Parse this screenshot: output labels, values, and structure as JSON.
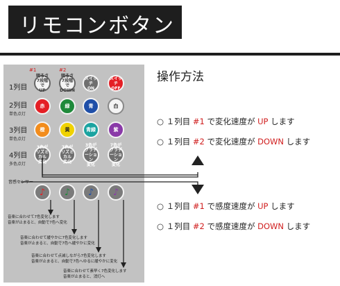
{
  "header": {
    "title": "リモコンボタン"
  },
  "panel": {
    "column_marks": [
      "#1",
      "#2"
    ],
    "rows": [
      {
        "label": "1列目",
        "sub": ""
      },
      {
        "label": "2列目",
        "sub": "単色点灯"
      },
      {
        "label": "3列目",
        "sub": "単色点灯"
      },
      {
        "label": "4列目",
        "sub": "多色点灯"
      }
    ],
    "row1_buttons": [
      {
        "lines": [
          "明るさ",
          "7段階で",
          "UP"
        ]
      },
      {
        "lines": [
          "明るさ",
          "7段階で",
          "DOWN"
        ]
      },
      {
        "lines": [
          "スイッチ",
          "ON"
        ]
      },
      {
        "lines": [
          "スイッチ",
          "OFF"
        ]
      }
    ],
    "row2_buttons": [
      {
        "label": "赤",
        "color": "#e41f25"
      },
      {
        "label": "緑",
        "color": "#1f8a3b"
      },
      {
        "label": "青",
        "color": "#1f4fa8"
      },
      {
        "label": "白",
        "color": "#f4f4f4"
      }
    ],
    "row3_buttons": [
      {
        "label": "橙",
        "color": "#f28c1c"
      },
      {
        "label": "黄",
        "color": "#f0d200"
      },
      {
        "label": "青緑",
        "color": "#1aa3a0"
      },
      {
        "label": "紫",
        "color": "#8a3aa8"
      }
    ],
    "row4_buttons": [
      {
        "lines": [
          "3色が",
          "リズミカル",
          "変化"
        ]
      },
      {
        "lines": [
          "7色が",
          "リズミカル",
          "変化"
        ]
      },
      {
        "lines": [
          "3色が",
          "グラデーション",
          "変化"
        ]
      },
      {
        "lines": [
          "7色が",
          "グラデーション",
          "変化"
        ]
      }
    ],
    "sensor": {
      "label": "音感センサー",
      "icon": "♪",
      "note_colors": [
        "#e41f25",
        "#1f8a3b",
        "#1f4fa8",
        "#8a3aa8"
      ]
    },
    "notes": [
      [
        "音楽に合わせて7色変化します",
        "音楽が止まると、自動で7色へ変化"
      ],
      [
        "音楽に合わせて緩やかに7色変化します",
        "音楽が止まると、自動で7色へ緩やかに変化"
      ],
      [
        "音楽に合わせて点滅しながら7色変化します",
        "音楽が止まると、自動で7色へゆるに緩やかに変化"
      ],
      [
        "音楽に合わせて素早く7色変化します",
        "音楽が止まると、消灯へ"
      ]
    ]
  },
  "instructions": {
    "title": "操作方法",
    "items": [
      {
        "bullet": "○",
        "prefix": "１列目",
        "num": "#1",
        "mid": "で変化速度が",
        "key": "UP",
        "suffix": "します"
      },
      {
        "bullet": "○",
        "prefix": "１列目",
        "num": "#2",
        "mid": "で変化速度が",
        "key": "DOWN",
        "suffix": "します"
      },
      {
        "bullet": "○",
        "prefix": "１列目",
        "num": "#1",
        "mid": "で感度速度が",
        "key": "UP",
        "suffix": "します"
      },
      {
        "bullet": "○",
        "prefix": "１列目",
        "num": "#2",
        "mid": "で感度速度が",
        "key": "DOWN",
        "suffix": "します"
      }
    ]
  },
  "colors": {
    "accent": "#d01e1e",
    "dark": "#1e1e1e",
    "panel": "#c2c2c2"
  }
}
